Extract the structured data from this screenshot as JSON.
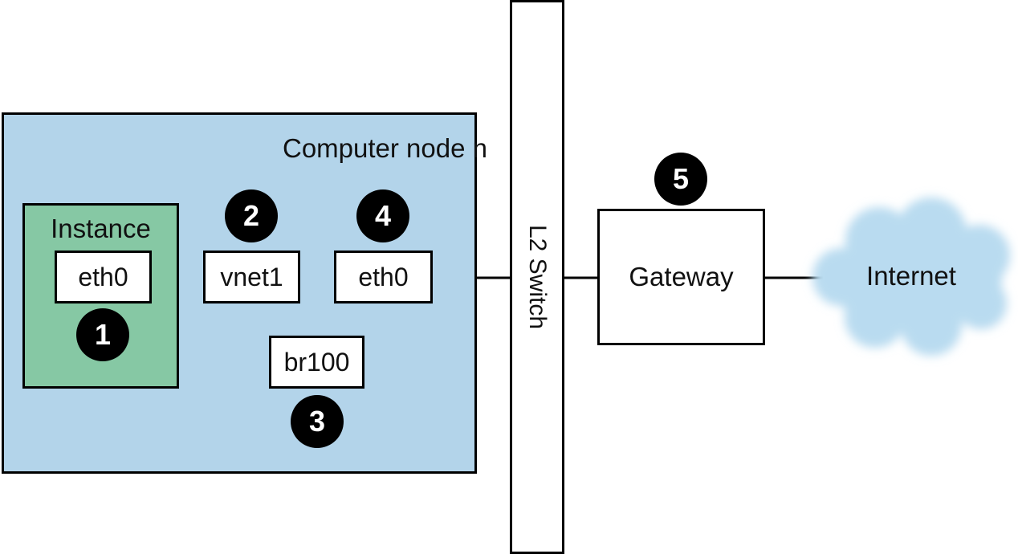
{
  "compute_node": {
    "title": "Computer node n",
    "fill": "#b3d4ea"
  },
  "instance": {
    "title": "Instance",
    "iface": "eth0",
    "fill": "#86c8a4"
  },
  "interfaces": {
    "vnet": "vnet1",
    "eth": "eth0",
    "bridge": "br100"
  },
  "switch": {
    "label": "L2 Switch"
  },
  "gateway": {
    "label": "Gateway"
  },
  "internet": {
    "label": "Internet",
    "cloud_color": "#b9dbf0"
  },
  "badges": [
    "1",
    "2",
    "3",
    "4",
    "5"
  ]
}
